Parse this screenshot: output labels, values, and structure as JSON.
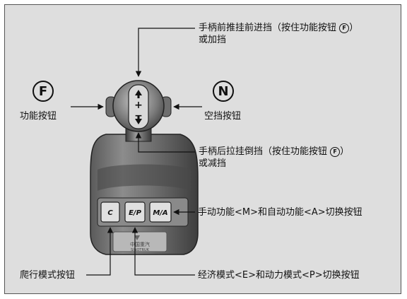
{
  "labels": {
    "push_forward_line1": "手柄前推挂前进挡（按住功能按钮",
    "push_forward_line2": "或加挡",
    "pull_back_line1": "手柄后拉挂倒挡（按住功能按钮",
    "pull_back_line2": "或减挡",
    "function_button": "功能按钮",
    "neutral_button": "空挡按钮",
    "manual_auto_switch": "手动功能<M>和自动功能<A>切换按钮",
    "creep_mode": "爬行模式按钮",
    "economy_power_switch": "经济模式<E>和动力模式<P>切换按钮"
  },
  "symbols": {
    "function_letter": "F",
    "neutral_letter": "N",
    "inline_function_letter": "F"
  },
  "keys": {
    "c": "C",
    "ep": "E/P",
    "ma": "M/A"
  },
  "knob": {
    "plus": "+",
    "minus": "−"
  },
  "brand": {
    "cn": "中国重汽",
    "en": "SINOTRUK"
  }
}
